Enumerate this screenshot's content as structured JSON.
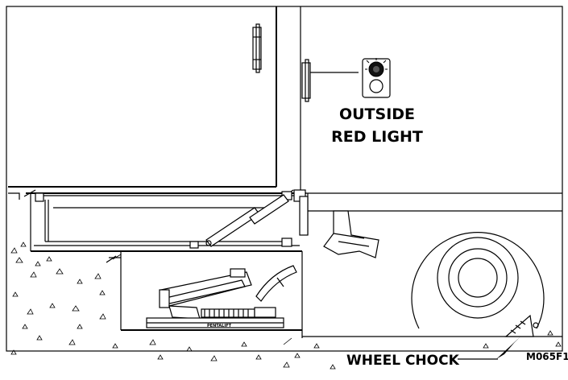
{
  "labels": {
    "light_line1": "OUTSIDE",
    "light_line2": "RED LIGHT",
    "wheel_chock": "WHEEL CHOCK",
    "figure_id": "M065F1",
    "mechanism_brand": "PENTALIFT"
  }
}
